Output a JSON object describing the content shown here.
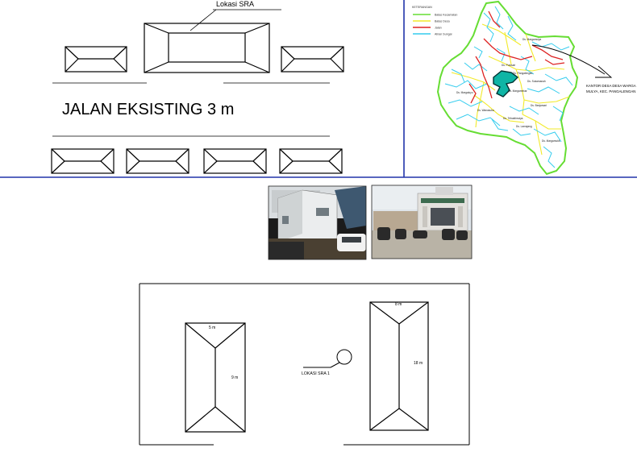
{
  "site_plan": {
    "location_label": "Lokasi SRA",
    "road_label": "JALAN EKSISTING 3 m"
  },
  "map": {
    "legend_title": "KETERANGAN",
    "legend": [
      {
        "label": "Batas Kecamatan",
        "color": "#66dd33"
      },
      {
        "label": "Batas Desa",
        "color": "#f2ea2a"
      },
      {
        "label": "Jalan",
        "color": "#dd2222"
      },
      {
        "label": "Aliran Sungai",
        "color": "#33ccee"
      }
    ],
    "village_labels": [
      "Ds. Margamulya",
      "Ds. Pulosari",
      "Ds. Pangalengan",
      "Ds. Sukamanah",
      "Ds. Margamekar",
      "Ds. Margaluyu",
      "Ds. Banjarsari",
      "Ds. Wanasuka",
      "Ds. Tribaktimulya",
      "Ds. Lamajang",
      "Ds. Margamukti"
    ],
    "callout": [
      "KANTOR DESA DESA WARGA",
      "MULYA, KEC. PANGALENGAN"
    ],
    "colors": {
      "boundary": "#66dd33",
      "village": "#f2ea2a",
      "road": "#dd2222",
      "river": "#33ccee",
      "highlight": "#0fb5a5"
    }
  },
  "photos": [
    {
      "name": "photo-building-side",
      "description_icon": "building-photo-icon"
    },
    {
      "name": "photo-village-office",
      "description_icon": "office-photo-icon"
    }
  ],
  "floor_plan": {
    "left_building": {
      "top_dim": "5 m",
      "side_dim": "9 m"
    },
    "right_building": {
      "top_dim": "8 m",
      "side_dim": "18 m"
    },
    "marker_label": "LOKASI SRA 1"
  },
  "divider_color": "#2233aa"
}
